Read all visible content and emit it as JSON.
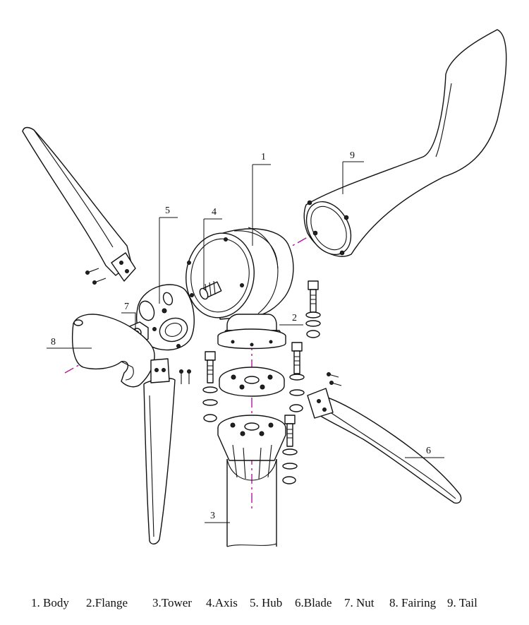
{
  "callouts": {
    "body": "1",
    "flange": "2",
    "tower": "3",
    "axis": "4",
    "hub": "5",
    "blade": "6",
    "nut": "7",
    "fairing": "8",
    "tail": "9"
  },
  "legend": [
    "1. Body",
    "2.Flange",
    "3.Tower",
    "4.Axis",
    "5. Hub",
    "6.Blade",
    "7. Nut",
    "8. Fairing",
    "9. Tail"
  ],
  "colors": {
    "line": "#111111",
    "center_axis": "#b0179a",
    "background": "#ffffff"
  }
}
